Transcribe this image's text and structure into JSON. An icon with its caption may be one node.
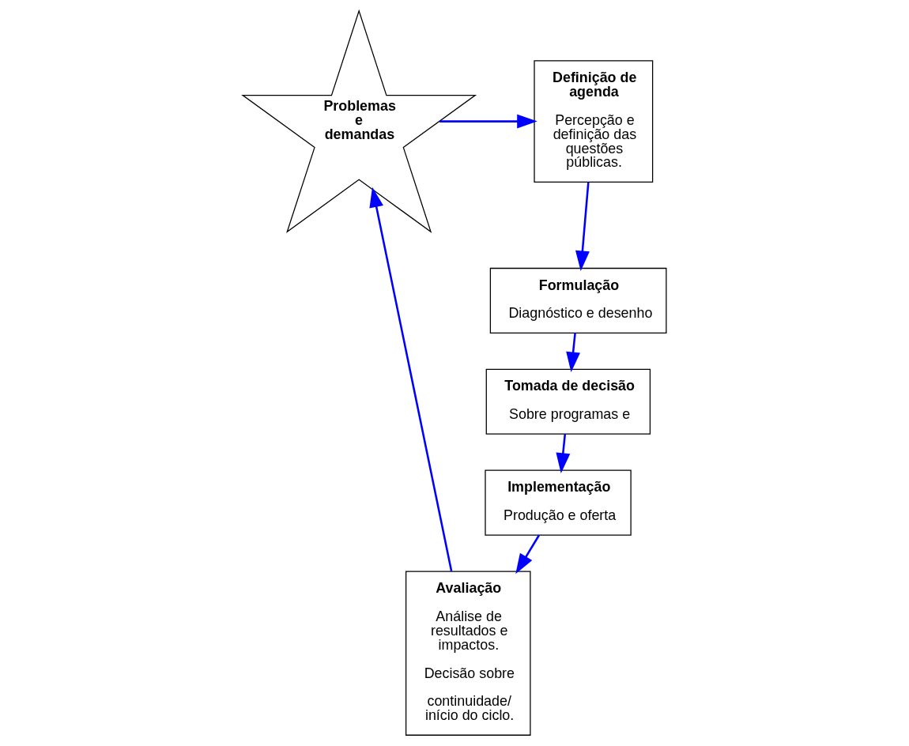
{
  "diagram": {
    "nodes": [
      {
        "text": [
          "Problemas e demandas"
        ]
      },
      {
        "text": [
          "Definição de agenda",
          "Percepção e definição das questões públicas."
        ]
      },
      {
        "text": [
          "Formulação",
          "Diagnóstico e desenho"
        ]
      },
      {
        "text": [
          "Tomada de decisão",
          "Sobre programas e"
        ]
      },
      {
        "text": [
          "Implementação",
          "Produção e oferta"
        ]
      },
      {
        "text": [
          "Avaliação",
          "Análise de resultados e impactos.",
          "Decisão sobre",
          "continuidade/ início do ciclo."
        ]
      }
    ],
    "edges": [
      {
        "from": 0,
        "to": 1,
        "arrow": "to"
      },
      {
        "from": 1,
        "to": 2,
        "arrow": "to"
      },
      {
        "from": 2,
        "to": 3,
        "arrow": "to"
      },
      {
        "from": 3,
        "to": 4,
        "arrow": "to"
      },
      {
        "from": 4,
        "to": 5,
        "arrow": "to"
      },
      {
        "from": 5,
        "to": 0,
        "arrow": "to"
      }
    ]
  }
}
